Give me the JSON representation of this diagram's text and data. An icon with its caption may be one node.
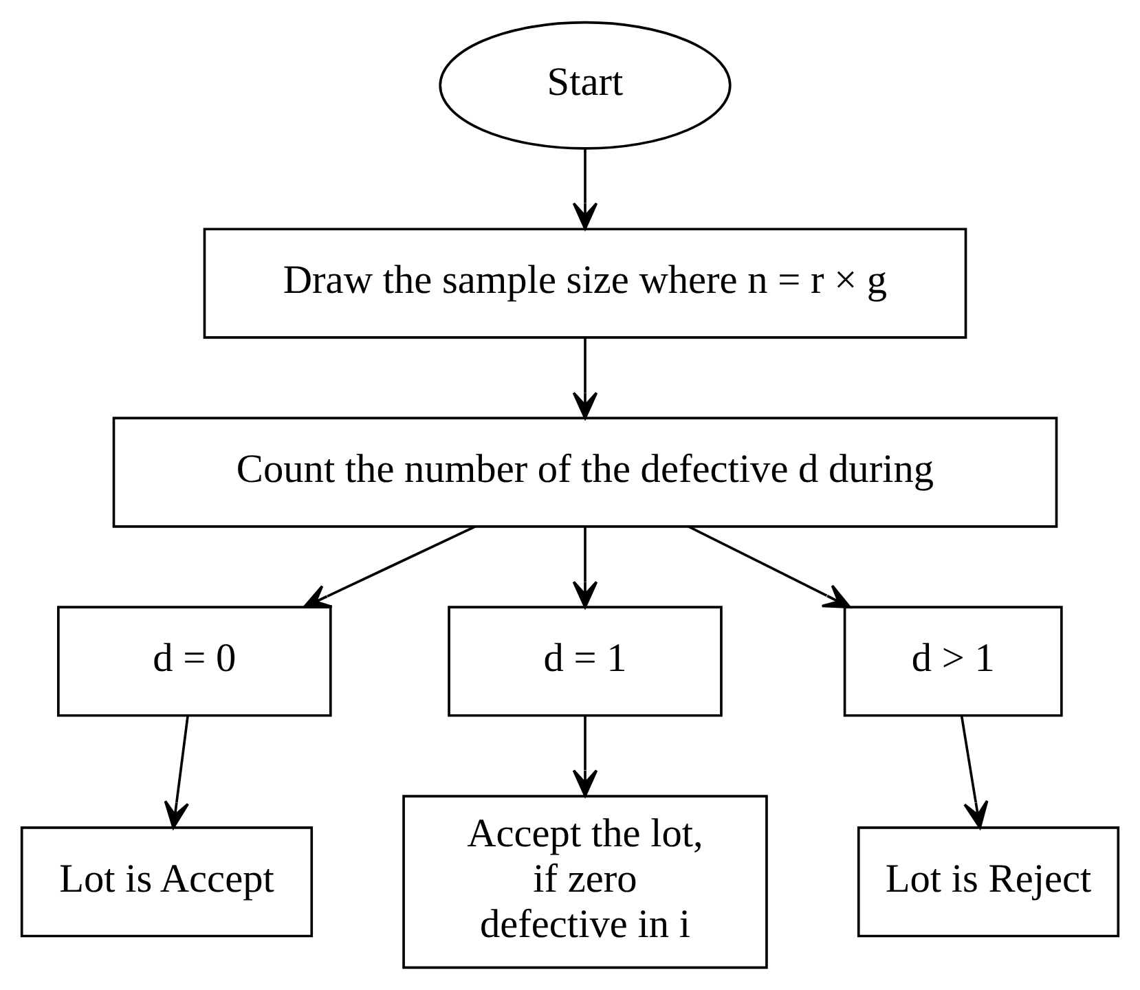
{
  "diagram": {
    "nodes": [
      {
        "text": [
          "Start"
        ]
      },
      {
        "text": [
          "Draw the sample size where n = r × g"
        ]
      },
      {
        "text": [
          "Count the number of the defective d during"
        ]
      },
      {
        "text": [
          "d = 0"
        ]
      },
      {
        "text": [
          "d = 1"
        ]
      },
      {
        "text": [
          "d > 1"
        ]
      },
      {
        "text": [
          "Lot is Accept"
        ]
      },
      {
        "text": [
          "Accept the lot, if zero defective in i"
        ]
      },
      {
        "text": [
          "Lot is Reject"
        ]
      }
    ],
    "edges": [
      {
        "from": 0,
        "to": 1,
        "arrow": "to"
      },
      {
        "from": 1,
        "to": 2,
        "arrow": "to"
      },
      {
        "from": 2,
        "to": 3,
        "arrow": "to"
      },
      {
        "from": 2,
        "to": 4,
        "arrow": "to"
      },
      {
        "from": 2,
        "to": 5,
        "arrow": "to"
      },
      {
        "from": 3,
        "to": 6,
        "arrow": "to"
      },
      {
        "from": 4,
        "to": 7,
        "arrow": "to"
      },
      {
        "from": 5,
        "to": 8,
        "arrow": "to"
      }
    ]
  }
}
